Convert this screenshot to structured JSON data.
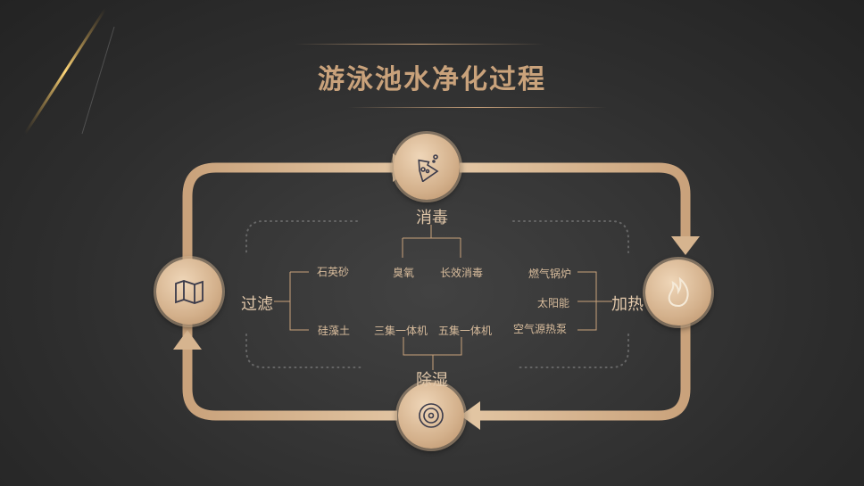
{
  "title": "游泳池水净化过程",
  "stages": {
    "disinfect": {
      "label": "消毒",
      "icon": "flask-icon",
      "items": [
        "臭氧",
        "长效消毒"
      ]
    },
    "heat": {
      "label": "加热",
      "icon": "flame-icon",
      "items": [
        "燃气锅炉",
        "太阳能",
        "空气源热泵"
      ]
    },
    "dehumidify": {
      "label": "除湿",
      "icon": "disc-icon",
      "items": [
        "三集一体机",
        "五集一体机"
      ]
    },
    "filter": {
      "label": "过滤",
      "icon": "map-icon",
      "items": [
        "石英砂",
        "硅藻土"
      ]
    }
  },
  "colors": {
    "accent": "#d9b896",
    "background": "#2e2e2e"
  }
}
